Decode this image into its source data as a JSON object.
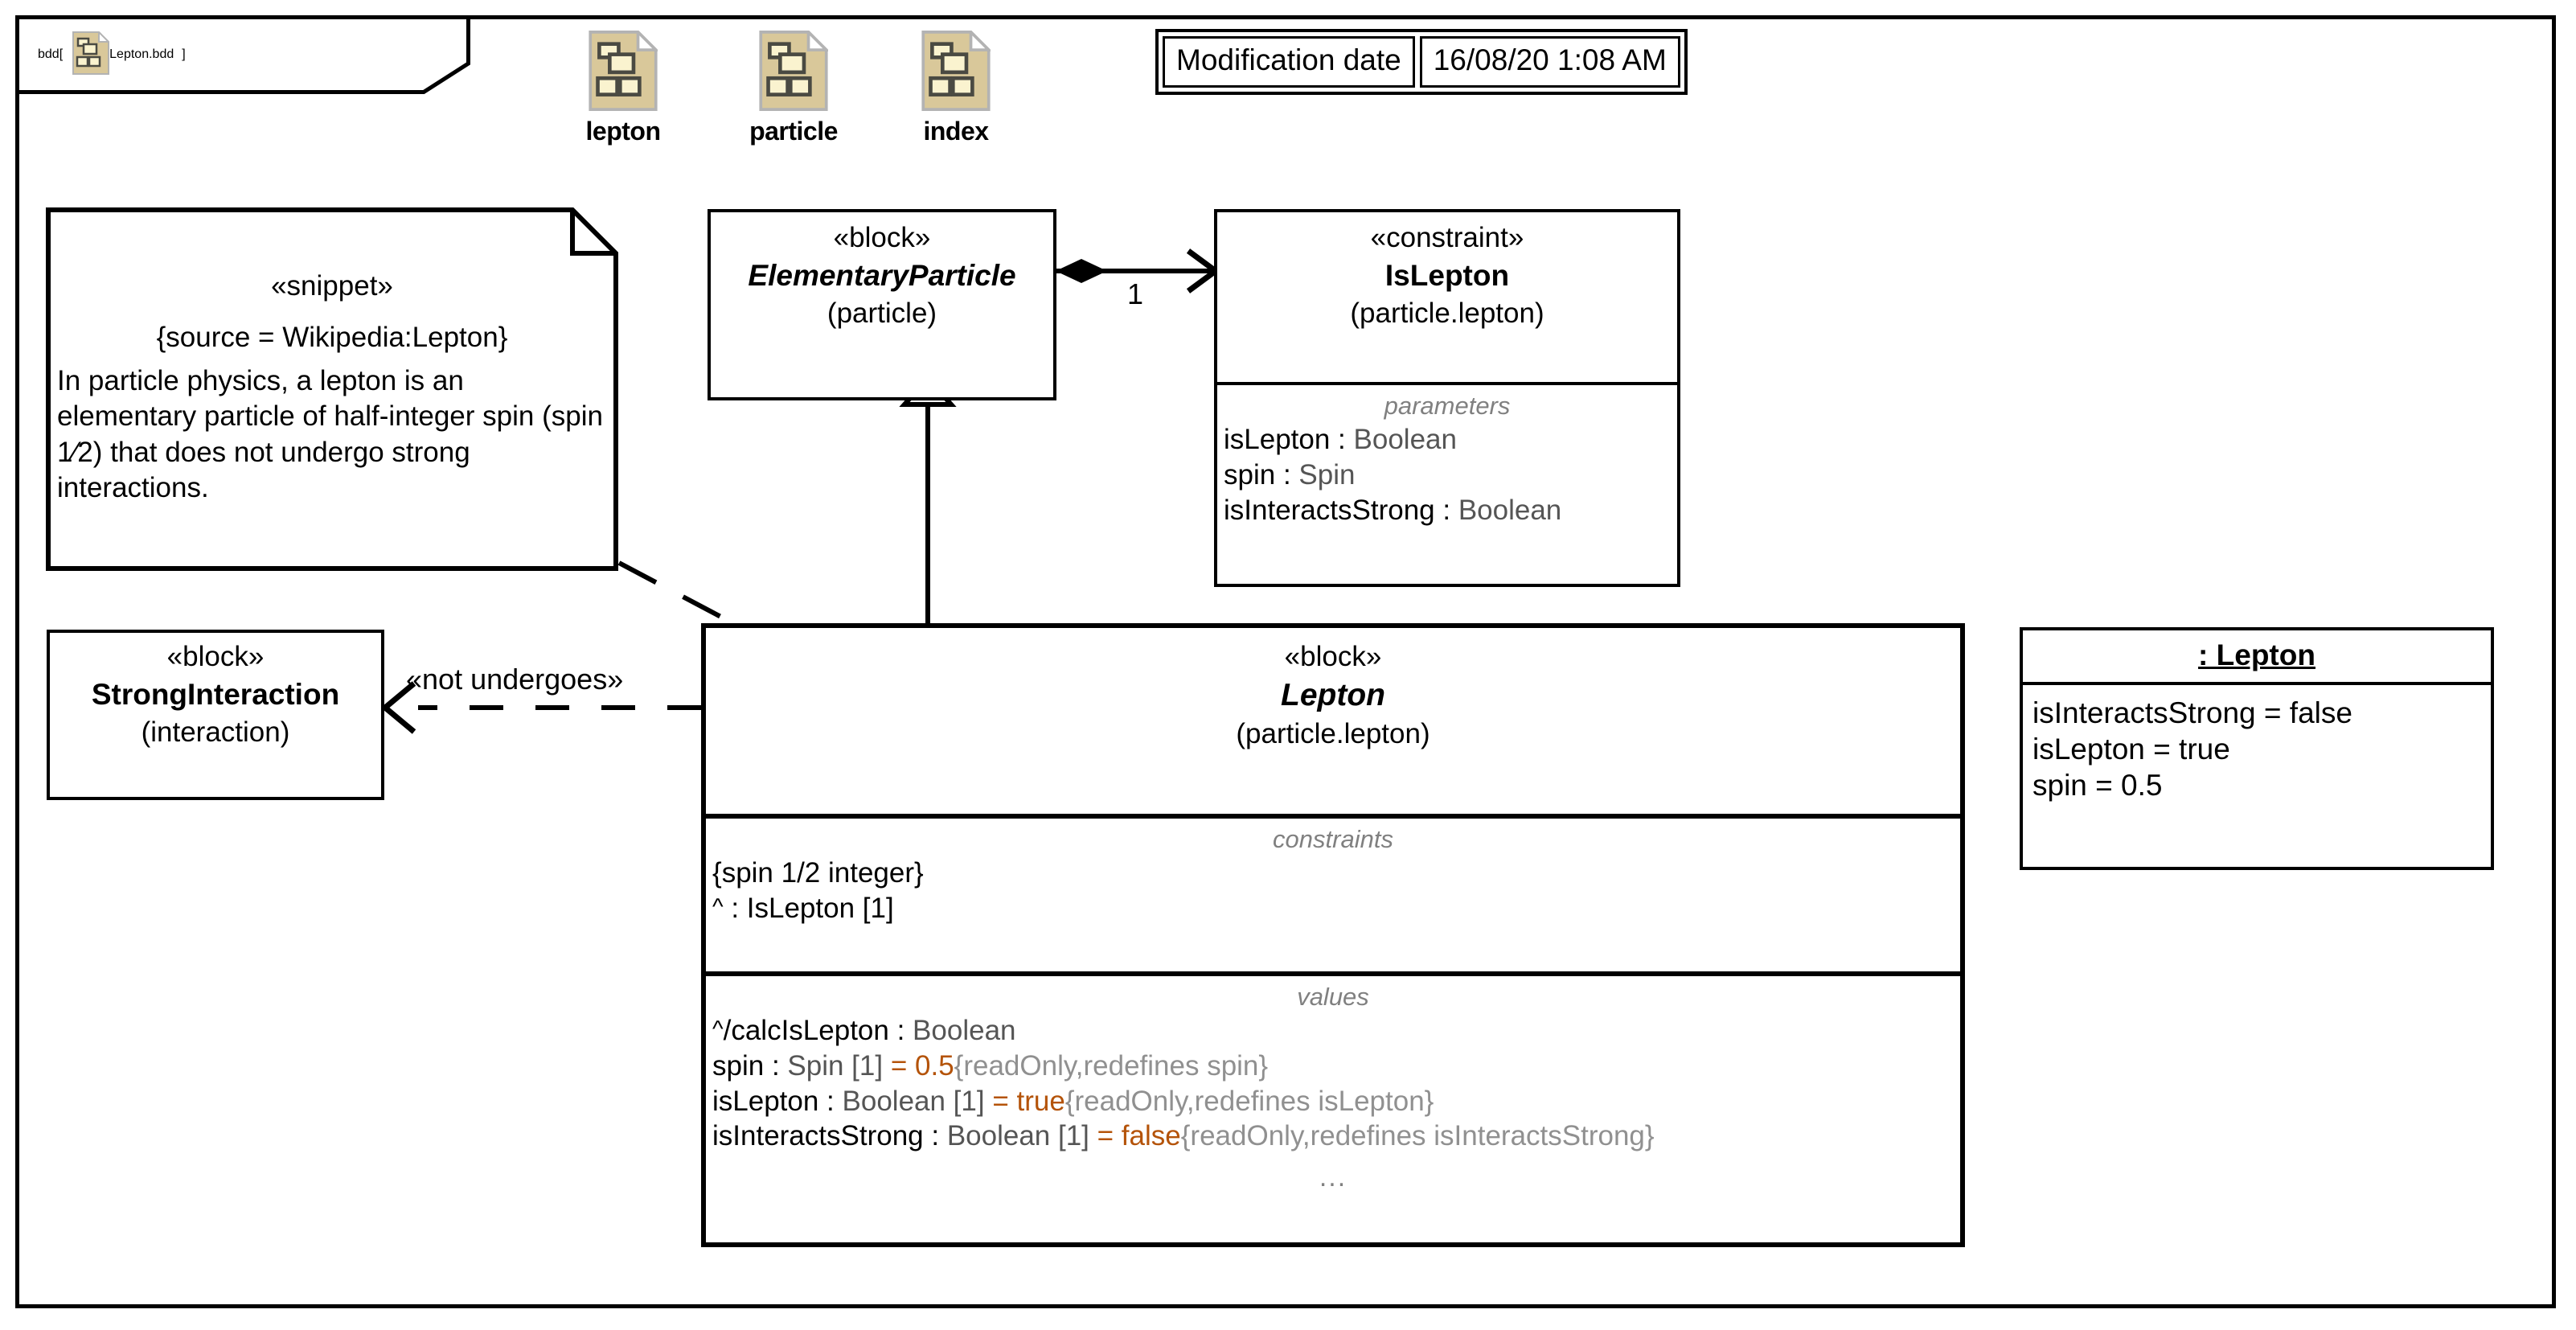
{
  "frame": {
    "tab_kind": "bdd",
    "bracket_open": "[",
    "bracket_close": "]",
    "diagram_name": "Lepton.bdd",
    "tab_icon": "bdd-file-icon"
  },
  "palette": {
    "items": [
      {
        "label": "lepton",
        "icon": "bdd-file-icon"
      },
      {
        "label": "particle",
        "icon": "bdd-file-icon"
      },
      {
        "label": "index",
        "icon": "bdd-file-icon"
      }
    ]
  },
  "modification": {
    "label": "Modification date",
    "value": "16/08/20 1:08 AM"
  },
  "snippet": {
    "stereotype": "«snippet»",
    "source": "{source = Wikipedia:Lepton}",
    "text": "In particle physics, a lepton is an elementary particle of half-integer spin (spin 1⁄2) that does not undergo strong interactions."
  },
  "elementary_particle": {
    "stereotype": "«block»",
    "name": "ElementaryParticle",
    "qualified_name": "(particle)"
  },
  "is_lepton": {
    "stereotype": "«constraint»",
    "name": "IsLepton",
    "qualified_name": "(particle.lepton)",
    "parameters_title": "parameters",
    "parameters": [
      {
        "name": "isLepton",
        "sep": " : ",
        "type": "Boolean"
      },
      {
        "name": "spin",
        "sep": " : ",
        "type": "Spin"
      },
      {
        "name": "isInteractsStrong",
        "sep": " : ",
        "type": "Boolean"
      }
    ]
  },
  "strong_interaction": {
    "stereotype": "«block»",
    "name": "StrongInteraction",
    "qualified_name": "(interaction)"
  },
  "lepton": {
    "stereotype": "«block»",
    "name": "Lepton",
    "qualified_name": "(particle.lepton)",
    "constraints_title": "constraints",
    "constraints": [
      {
        "text": "{spin 1/2 integer}"
      },
      {
        "caret": "^",
        "text": " : IsLepton [1]"
      }
    ],
    "values_title": "values",
    "values": [
      {
        "caret": "^",
        "name": "/calcIsLepton",
        "sep": " : ",
        "type": "Boolean",
        "eq": "",
        "literal": "",
        "props": ""
      },
      {
        "caret": "",
        "name": "spin",
        "sep": " : ",
        "type": "Spin [1]",
        "eq": " = ",
        "literal": "0.5",
        "props": "{readOnly,redefines spin}"
      },
      {
        "caret": "",
        "name": "isLepton",
        "sep": " : ",
        "type": "Boolean [1]",
        "eq": " = ",
        "literal": "true",
        "props": "{readOnly,redefines isLepton}"
      },
      {
        "caret": "",
        "name": "isInteractsStrong",
        "sep": " : ",
        "type": "Boolean [1]",
        "eq": " = ",
        "literal": "false",
        "props": "{readOnly,redefines isInteractsStrong}"
      }
    ],
    "more": "..."
  },
  "lepton_instance": {
    "name": ": Lepton",
    "slots": [
      "isInteractsStrong = false",
      "isLepton = true",
      "spin = 0.5"
    ]
  },
  "edges": {
    "composition_multiplicity": "1",
    "not_undergoes_label": "«not undergoes»"
  },
  "colors": {
    "icon_fill": "#d9c89a",
    "icon_inner": "#faf3cf",
    "icon_stroke": "#4a4a42",
    "literal_orange": "#b45309",
    "type_gray": "#555555",
    "property_gray": "#909090",
    "compartment_title_gray": "#808080",
    "line_black": "#000000"
  }
}
